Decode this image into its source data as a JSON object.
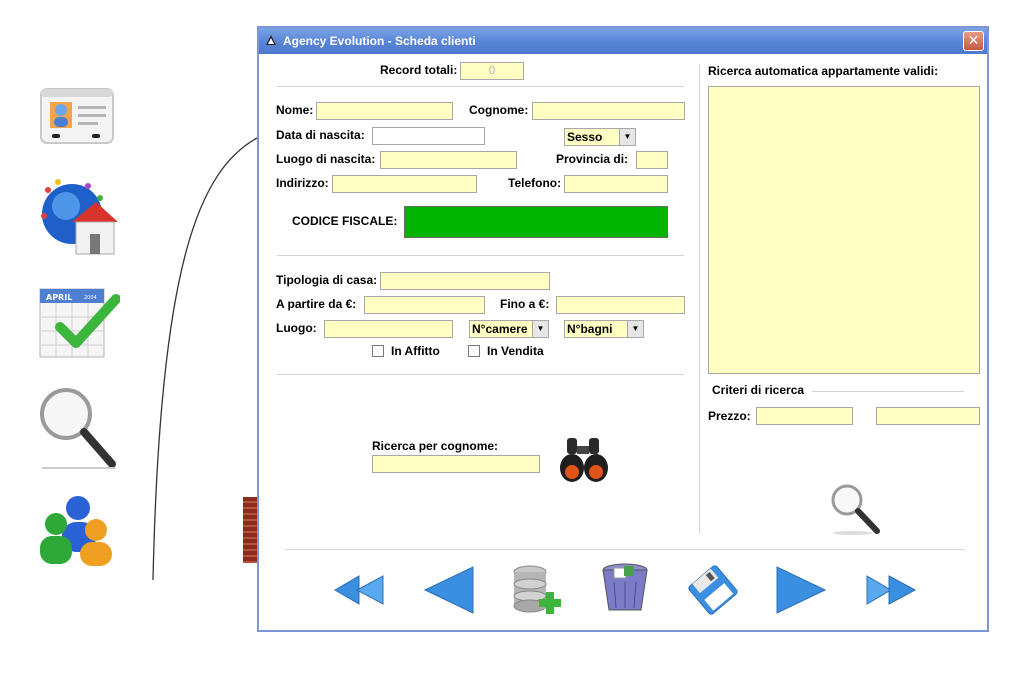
{
  "window": {
    "title": "Agency Evolution - Scheda clienti",
    "close_glyph": "✕"
  },
  "launcher": {
    "icons": [
      "contact-card-icon",
      "globe-house-icon",
      "calendar-check-icon",
      "magnifier-icon",
      "users-icon"
    ],
    "calendar_month": "APRIL",
    "calendar_year": "2004"
  },
  "form": {
    "record_totals_label": "Record totali:",
    "record_totals_value": "0",
    "nome_label": "Nome:",
    "cognome_label": "Cognome:",
    "data_nascita_label": "Data di nascita:",
    "sesso_value": "Sesso",
    "luogo_nascita_label": "Luogo di nascita:",
    "provincia_label": "Provincia di:",
    "indirizzo_label": "Indirizzo:",
    "telefono_label": "Telefono:",
    "codice_fiscale_label": "CODICE FISCALE:",
    "tipologia_label": "Tipologia di casa:",
    "a_partire_label": "A partire da €:",
    "fino_label": "Fino a €:",
    "luogo_label": "Luogo:",
    "camere_value": "N°camere",
    "bagni_value": "N°bagni",
    "affitto_label": "In Affitto",
    "vendita_label": "In Vendita",
    "ricerca_cognome_label": "Ricerca per cognome:"
  },
  "right_panel": {
    "ricerca_label": "Ricerca automatica appartamente validi:",
    "criteri_label": "Criteri di ricerca",
    "prezzo_label": "Prezzo:"
  },
  "colors": {
    "field_bg": "#ffffc4",
    "codice_fiscale_bg": "#00b400",
    "titlebar": "#5b87d7",
    "nav_blue": "#3a8fe0"
  },
  "toolbar": {
    "buttons": [
      "first-record-button",
      "previous-record-button",
      "add-record-button",
      "delete-record-button",
      "save-record-button",
      "next-record-button",
      "last-record-button"
    ]
  }
}
